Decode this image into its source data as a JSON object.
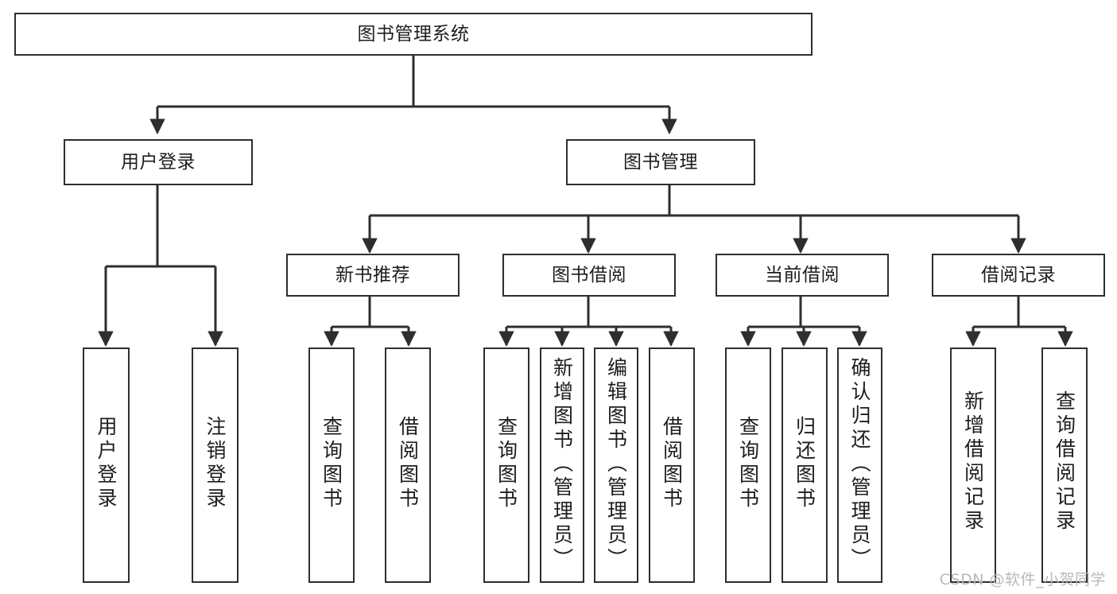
{
  "diagram": {
    "title": "图书管理系统",
    "type": "tree",
    "colors": {
      "box_border": "#2e2e2e",
      "box_fill": "#ffffff",
      "edge": "#2e2e2e",
      "text": "#1d1d1d",
      "watermark": "#b9b9b9",
      "background": "#ffffff"
    },
    "nodes": {
      "root": "图书管理系统",
      "level2": {
        "user_login": "用户登录",
        "book_manage": "图书管理"
      },
      "level3": {
        "new_book_rec": "新书推荐",
        "book_borrow": "图书借阅",
        "current_borrow": "当前借阅",
        "borrow_record": "借阅记录"
      },
      "leaves": {
        "user_login_1": "用户登录",
        "user_login_2": "注销登录",
        "new_book_1": "查询图书",
        "new_book_2": "借阅图书",
        "borrow_1": "查询图书",
        "borrow_2": "新增图书（管理员）",
        "borrow_3": "编辑图书（管理员）",
        "borrow_4": "借阅图书",
        "current_1": "查询图书",
        "current_2": "归还图书",
        "current_3": "确认归还（管理员）",
        "record_1": "新增借阅记录",
        "record_2": "查询借阅记录"
      }
    },
    "watermark": "CSDN @软件_小贺同学"
  }
}
